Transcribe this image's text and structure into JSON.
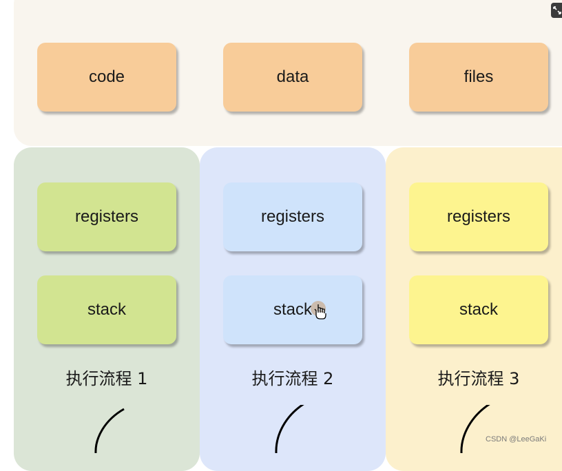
{
  "shared": {
    "items": [
      {
        "label": "code"
      },
      {
        "label": "data"
      },
      {
        "label": "files"
      }
    ]
  },
  "threads": [
    {
      "registers": "registers",
      "stack": "stack",
      "name": "执行流程 1",
      "color": "#d2e491",
      "panel_color": "#dbe5d6"
    },
    {
      "registers": "registers",
      "stack": "stack",
      "name": "执行流程 2",
      "color": "#cfe3fb",
      "panel_color": "#dde6fa"
    },
    {
      "registers": "registers",
      "stack": "stack",
      "name": "执行流程 3",
      "color": "#fdf48f",
      "panel_color": "#fcf0cc"
    }
  ],
  "colors": {
    "shared_box": "#f8cc99",
    "shared_panel": "#f9f5ee"
  },
  "watermark": "CSDN @LeeGaKi",
  "icons": [
    "expand-icon",
    "hand-cursor-icon",
    "thread-curve-icon"
  ]
}
